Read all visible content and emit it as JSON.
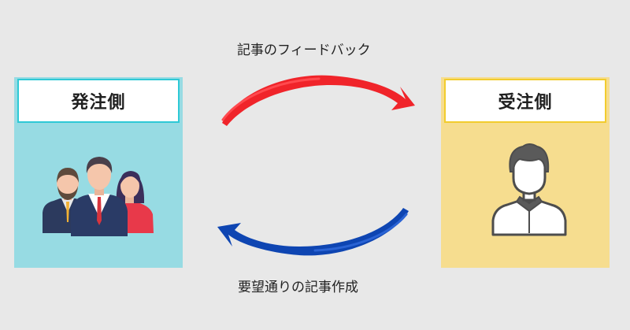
{
  "left_panel": {
    "label": "発注側",
    "icon": "business-team-icon"
  },
  "right_panel": {
    "label": "受注側",
    "icon": "person-icon"
  },
  "arrow_top": {
    "caption": "記事のフィードバック",
    "direction": "left-to-right",
    "color": "#f0242a"
  },
  "arrow_bottom": {
    "caption": "要望通りの記事作成",
    "direction": "right-to-left",
    "color": "#0e45b2"
  },
  "colors": {
    "background": "#e8e8e8",
    "left_panel_fill": "#97dbe3",
    "left_panel_border": "#2ec9d6",
    "right_panel_fill": "#f6dd8f",
    "right_panel_border": "#f2cc2e"
  }
}
